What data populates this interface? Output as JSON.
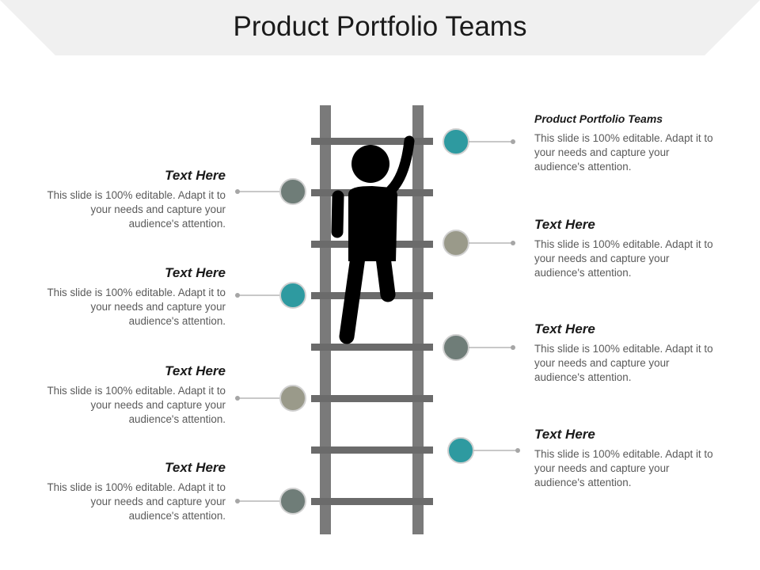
{
  "title": "Product Portfolio Teams",
  "colors": {
    "teal": "#2e9aa0",
    "slate": "#6f7d78",
    "khaki": "#9a9a8a",
    "ladder": "#7a7a7a",
    "figure": "#000000",
    "band": "#f0f0f0"
  },
  "figure_icon": "person-climbing-ladder-icon",
  "left_items": [
    {
      "heading": "Text Here",
      "body": "This slide is 100% editable. Adapt it to your needs and capture your audience's attention.",
      "color": "slate"
    },
    {
      "heading": "Text Here",
      "body": "This slide is 100% editable. Adapt it to your needs and capture your audience's attention.",
      "color": "teal"
    },
    {
      "heading": "Text Here",
      "body": "This slide is 100% editable. Adapt it to your needs and capture your audience's attention.",
      "color": "khaki"
    },
    {
      "heading": "Text Here",
      "body": "This slide is 100% editable. Adapt it to your needs and capture your audience's attention.",
      "color": "slate"
    }
  ],
  "right_items": [
    {
      "heading": "Product Portfolio Teams",
      "body": "This slide is 100% editable. Adapt it to your needs and capture your audience's attention.",
      "color": "teal"
    },
    {
      "heading": "Text Here",
      "body": "This slide is 100% editable. Adapt it to your needs and capture your audience's attention.",
      "color": "khaki"
    },
    {
      "heading": "Text Here",
      "body": "This slide is 100% editable. Adapt it to your needs and capture your audience's attention.",
      "color": "slate"
    },
    {
      "heading": "Text Here",
      "body": "This slide is 100% editable. Adapt it to your needs and capture your audience's attention.",
      "color": "teal"
    }
  ]
}
